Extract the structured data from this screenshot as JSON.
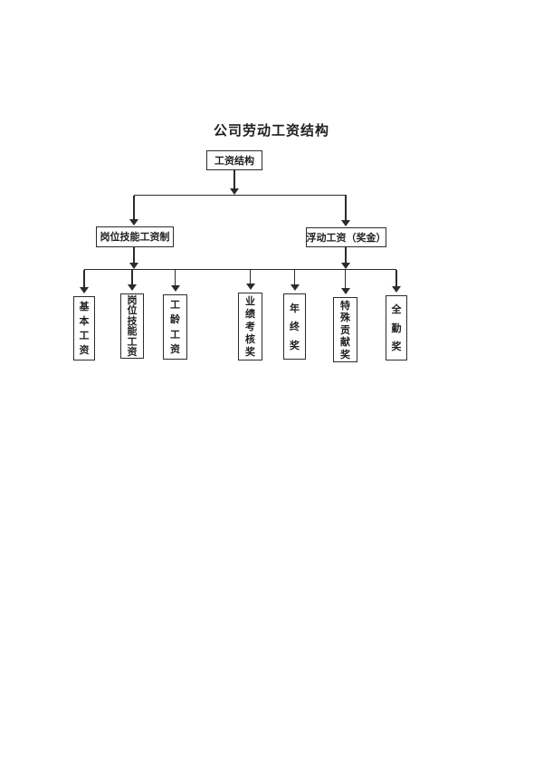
{
  "title": "公司劳动工资结构",
  "diagram": {
    "root": "工资结构",
    "branch_left": {
      "label": "岗位技能工资制",
      "children": [
        "基本工资",
        "岗位技能工资",
        "工龄工资"
      ]
    },
    "branch_right": {
      "label": "浮动工资（奖金）",
      "children": [
        "业绩考核奖",
        "年终奖",
        "特殊贡献奖",
        "全勤奖"
      ]
    }
  },
  "colors": {
    "ink": "#2b2b2b",
    "text": "#1f1f1f",
    "background": "#ffffff"
  }
}
